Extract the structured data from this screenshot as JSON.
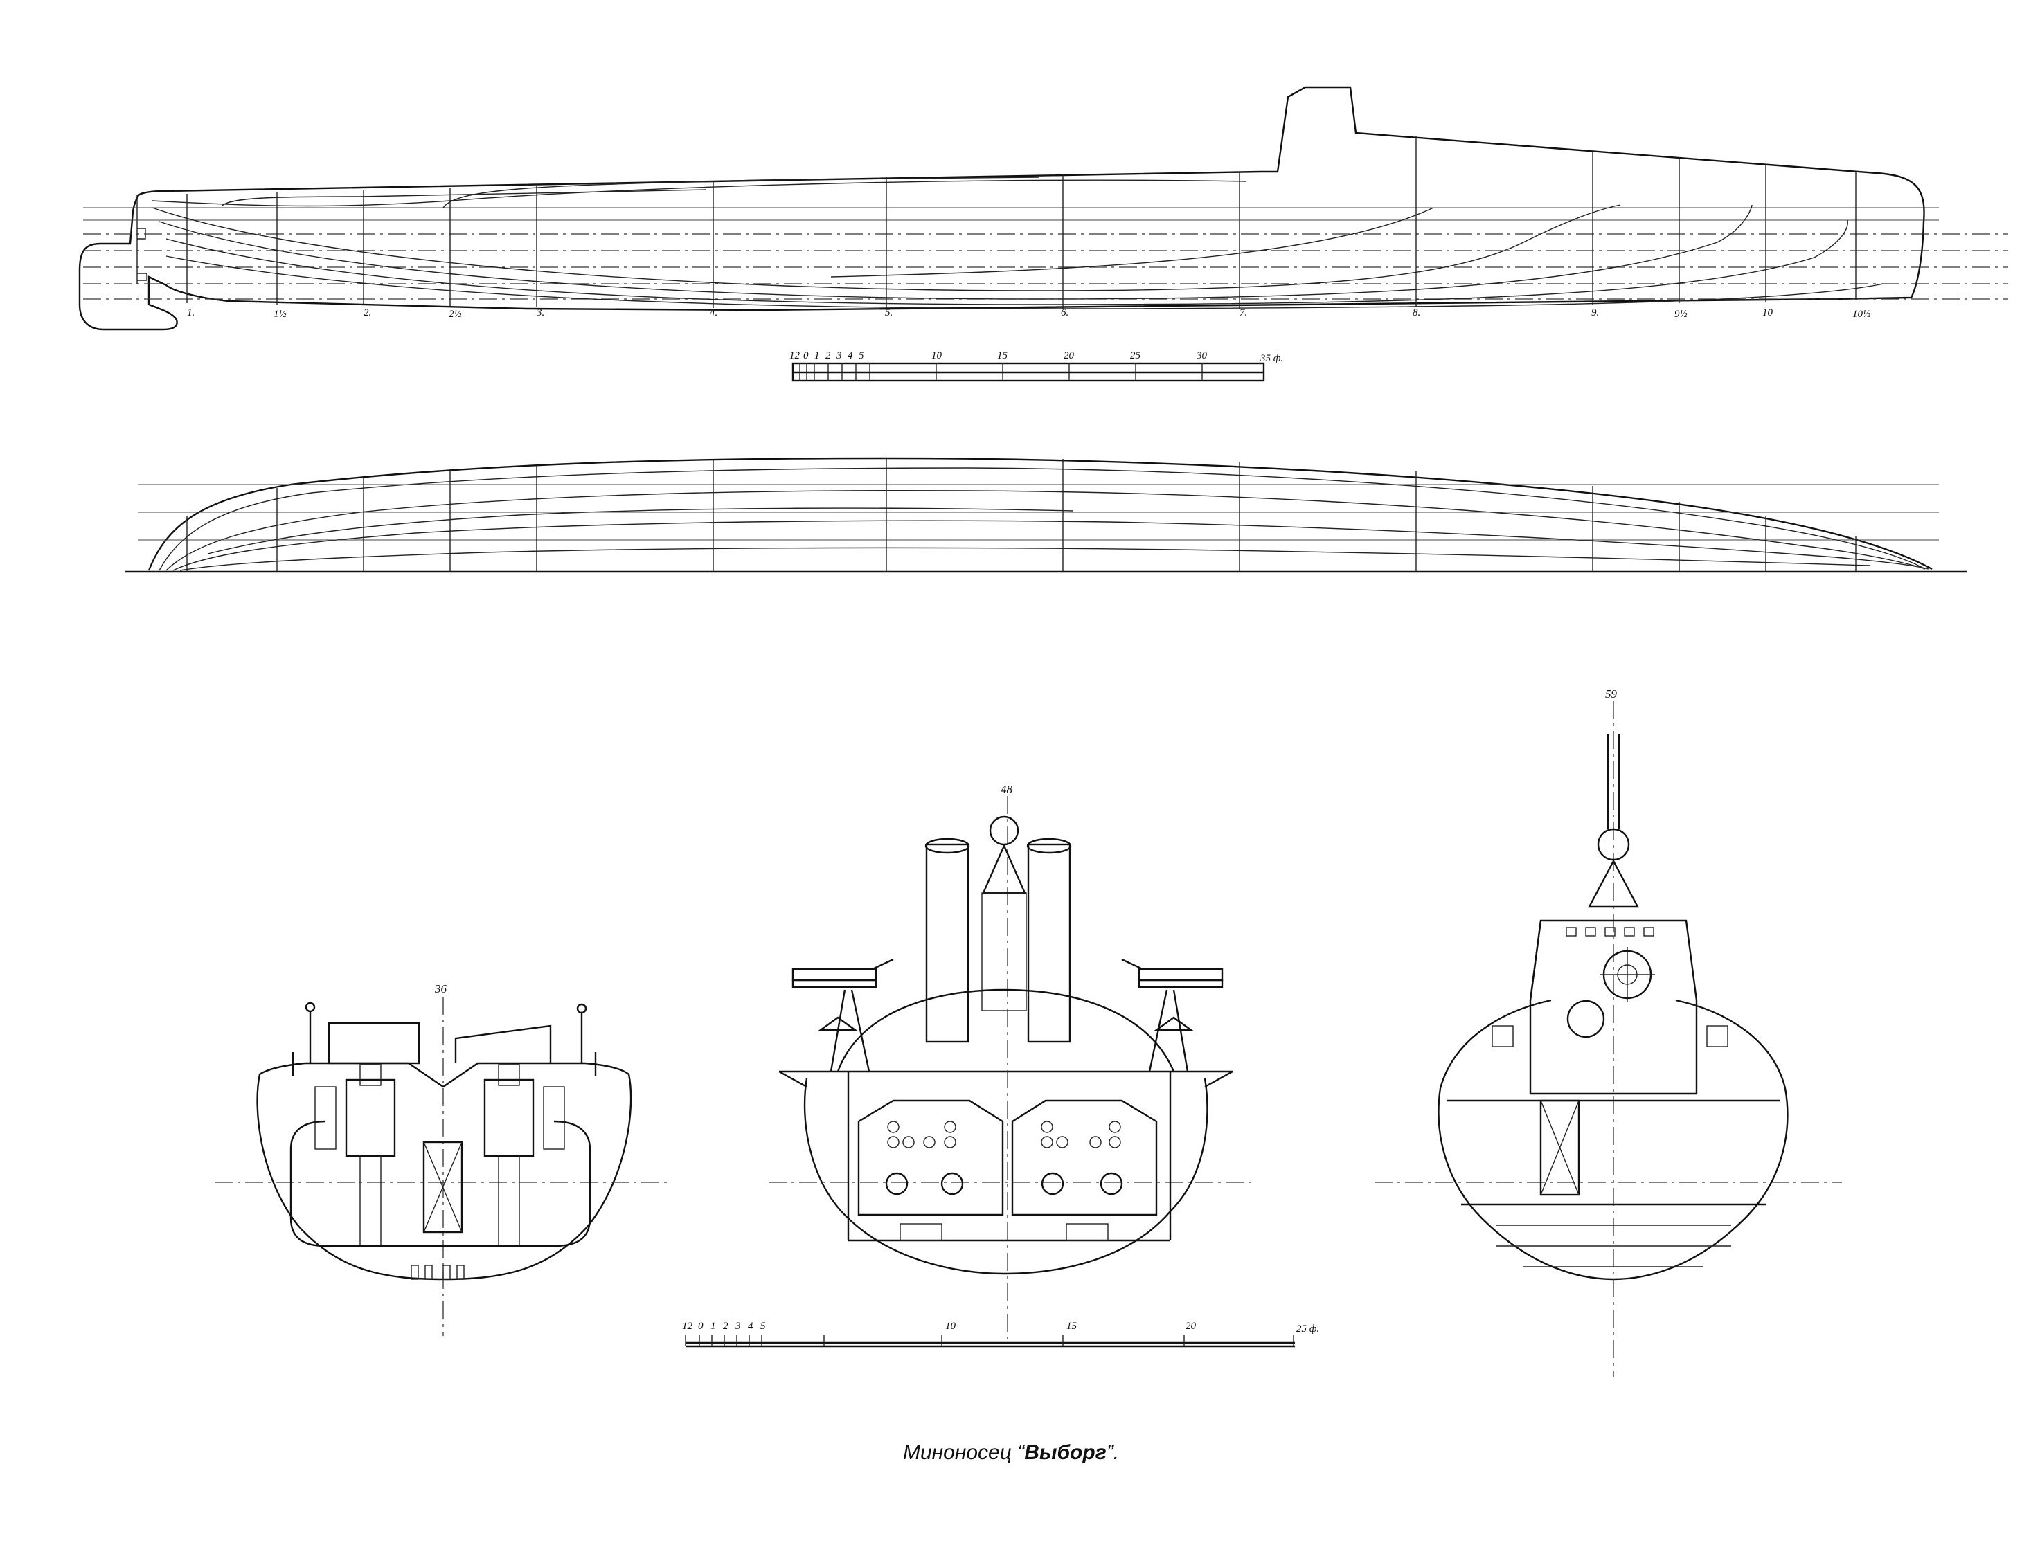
{
  "caption": {
    "prefix": "Миноносец “",
    "name": "Выборг",
    "suffix": "”."
  },
  "profile_view": {
    "station_labels": [
      "1.",
      "1½",
      "2.",
      "2½",
      "3.",
      "4.",
      "5.",
      "6.",
      "7.",
      "8.",
      "9.",
      "9½",
      "10",
      "10½"
    ]
  },
  "scale_bar_top": {
    "ticks": [
      "12",
      "0",
      "1",
      "2",
      "3",
      "4",
      "5",
      "10",
      "15",
      "20",
      "25",
      "30",
      "35 ф."
    ]
  },
  "sections": [
    {
      "label": "36"
    },
    {
      "label": "48"
    },
    {
      "label": "59"
    }
  ],
  "scale_bar_bottom": {
    "ticks": [
      "12",
      "0",
      "1",
      "2",
      "3",
      "4",
      "5",
      "10",
      "15",
      "20",
      "25 ф."
    ]
  }
}
